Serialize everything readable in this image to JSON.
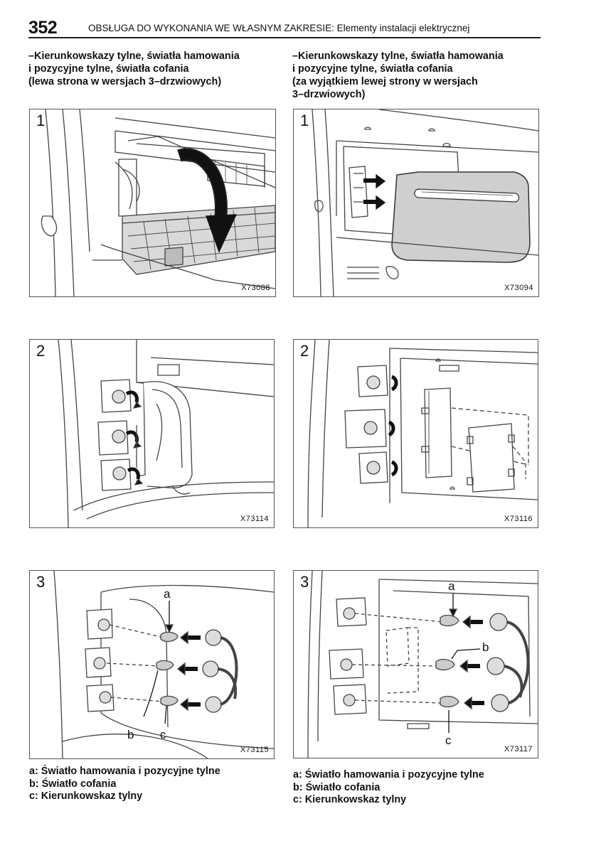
{
  "header": {
    "page_number": "352",
    "running_title": "OBSŁUGA DO WYKONANIA WE WŁASNYM ZAKRESIE: Elementy instalacji elektrycznej"
  },
  "columns": {
    "left": {
      "heading": [
        "–Kierunkowskazy tylne, światła hamowania",
        "i pozycyjne tylne, światła cofania",
        "(lewa strona w wersjach 3–drzwiowych)"
      ],
      "figures": [
        {
          "step": "1",
          "code": "X73088"
        },
        {
          "step": "2",
          "code": "X73114"
        },
        {
          "step": "3",
          "code": "X73115",
          "labels": {
            "a": "a",
            "b": "b",
            "c": "c"
          }
        }
      ],
      "legend": [
        "a: Światło hamowania i pozycyjne tylne",
        "b: Światło cofania",
        "c: Kierunkowskaz tylny"
      ]
    },
    "right": {
      "heading": [
        "–Kierunkowskazy tylne, światła hamowania",
        "i pozycyjne tylne, światła cofania",
        "(za wyjątkiem lewej strony w wersjach",
        "3–drzwiowych)"
      ],
      "figures": [
        {
          "step": "1",
          "code": "X73094"
        },
        {
          "step": "2",
          "code": "X73116"
        },
        {
          "step": "3",
          "code": "X73117",
          "labels": {
            "a": "a",
            "b": "b",
            "c": "c"
          }
        }
      ],
      "legend": [
        "a: Światło hamowania i pozycyjne tylne",
        "b: Światło cofania",
        "c: Kierunkowskaz tylny"
      ]
    }
  }
}
